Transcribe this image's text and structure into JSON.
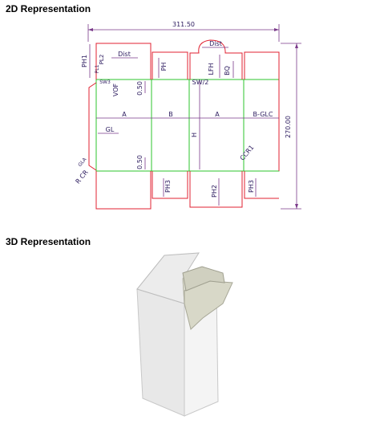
{
  "headings": {
    "two_d": "2D Representation",
    "three_d": "3D Representation"
  },
  "dieline": {
    "overall_width": "311.50",
    "overall_height": "270.00",
    "panels": {
      "a1": "A",
      "b1": "B",
      "a2": "A",
      "b_glc": "B-GLC",
      "h": "H",
      "gl": "GL"
    },
    "params": {
      "dist_left": "Dist",
      "dist_top": "Dist",
      "ph1": "PH1",
      "ph": "PH",
      "lfh": "LFH",
      "bq": "BQ",
      "vof": "VOF",
      "sw2": "SW/2",
      "offset_top": "0.50",
      "offset_bottom": "0.50",
      "ph2": "PH2",
      "ph3_left": "PH3",
      "ph3_right": "PH3",
      "r_cr": "R CR",
      "ccr1": "CCR1",
      "gla": "GLA",
      "pl2": "PL2",
      "pl1": "PL1",
      "sw3": "SW3"
    }
  },
  "colors": {
    "cut_line": "#e02030",
    "fold_line": "#2ec42e",
    "dimension": "#7a3a8a",
    "box_face": "#e8e8e8",
    "flap_tint": "#d8d8c8"
  }
}
